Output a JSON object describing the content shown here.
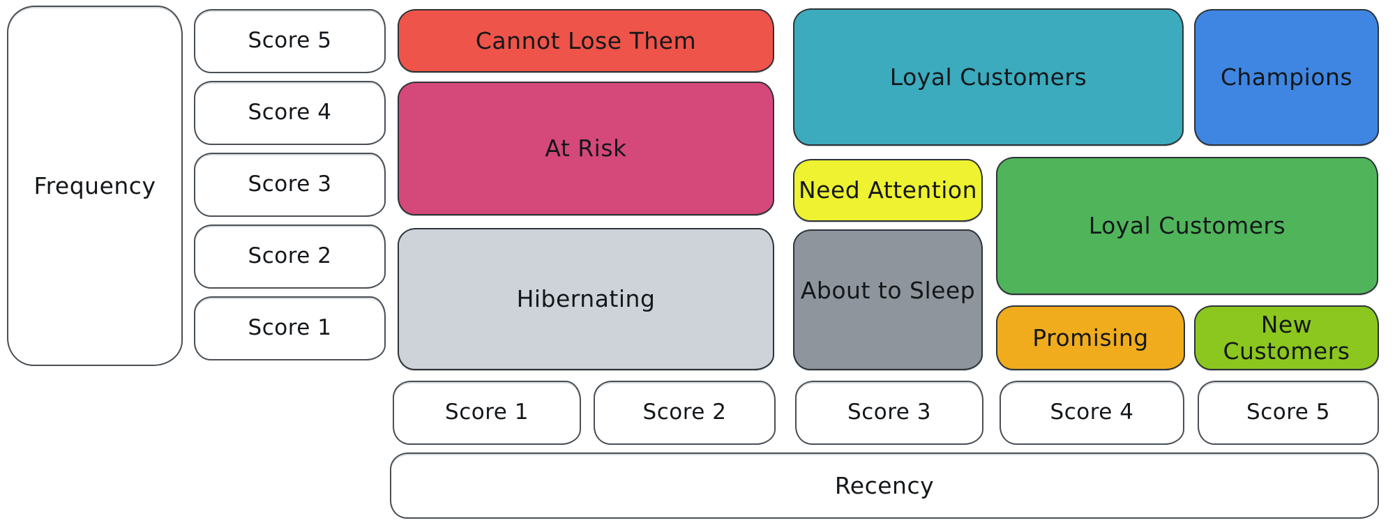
{
  "diagram": {
    "type": "rfm-segmentation-matrix",
    "background": "#ffffff",
    "stroke_color": "#2e3338",
    "text_color": "#14171a"
  },
  "axes": {
    "frequency": {
      "label": "Frequency",
      "scores": [
        "Score 5",
        "Score 4",
        "Score 3",
        "Score 2",
        "Score 1"
      ]
    },
    "recency": {
      "label": "Recency",
      "scores": [
        "Score 1",
        "Score 2",
        "Score 3",
        "Score 4",
        "Score 5"
      ]
    }
  },
  "segments": [
    {
      "id": "cannot-lose-them",
      "label": "Cannot Lose Them",
      "color": "#ee5449",
      "recency": "1-2",
      "frequency": "5"
    },
    {
      "id": "at-risk",
      "label": "At Risk",
      "color": "#d5487a",
      "recency": "1-2",
      "frequency": "3-4"
    },
    {
      "id": "hibernating",
      "label": "Hibernating",
      "color": "#ced3da",
      "recency": "1-2",
      "frequency": "1-2"
    },
    {
      "id": "loyal-customers-1",
      "label": "Loyal Customers",
      "color": "#3babbd",
      "recency": "3-4",
      "frequency": "4-5"
    },
    {
      "id": "champions",
      "label": "Champions",
      "color": "#3e86e2",
      "recency": "5",
      "frequency": "4-5"
    },
    {
      "id": "need-attention",
      "label": "Need Attention",
      "color": "#eef231",
      "recency": "3",
      "frequency": "3"
    },
    {
      "id": "about-to-sleep",
      "label": "About to Sleep",
      "color": "#8e959c",
      "recency": "3",
      "frequency": "1-2"
    },
    {
      "id": "loyal-customers-2",
      "label": "Loyal Customers",
      "color": "#50b55a",
      "recency": "4-5",
      "frequency": "2-3"
    },
    {
      "id": "promising",
      "label": "Promising",
      "color": "#f0ac1c",
      "recency": "4",
      "frequency": "1"
    },
    {
      "id": "new-customers",
      "label": "New Customers",
      "color": "#8bc71e",
      "recency": "5",
      "frequency": "1"
    }
  ]
}
